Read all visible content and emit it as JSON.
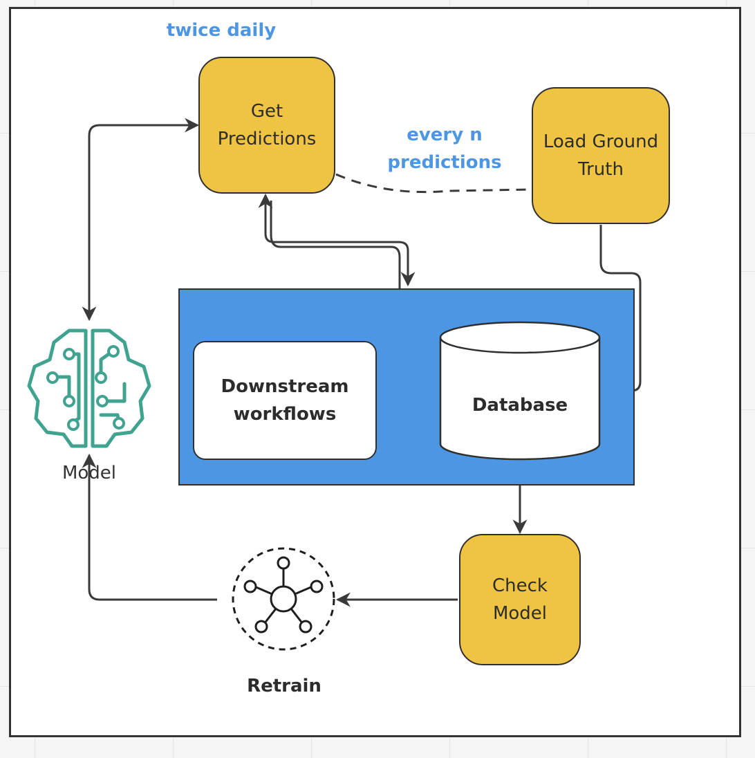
{
  "nodes": {
    "get_predictions": "Get\nPredictions",
    "load_ground_truth": "Load Ground\nTruth",
    "downstream": "Downstream\nworkflows",
    "database": "Database",
    "check_model": "Check\nModel",
    "model": "Model",
    "retrain": "Retrain"
  },
  "edge_labels": {
    "schedule": "twice daily",
    "ground_truth_trigger": "every n\npredictions"
  },
  "icons": {
    "model": "brain-circuit-icon",
    "retrain": "hub-network-icon"
  },
  "colors": {
    "process_fill": "#f0c443",
    "group_fill": "#4c96e4",
    "label_blue": "#4c96e4",
    "model_icon": "#3fa38f"
  }
}
